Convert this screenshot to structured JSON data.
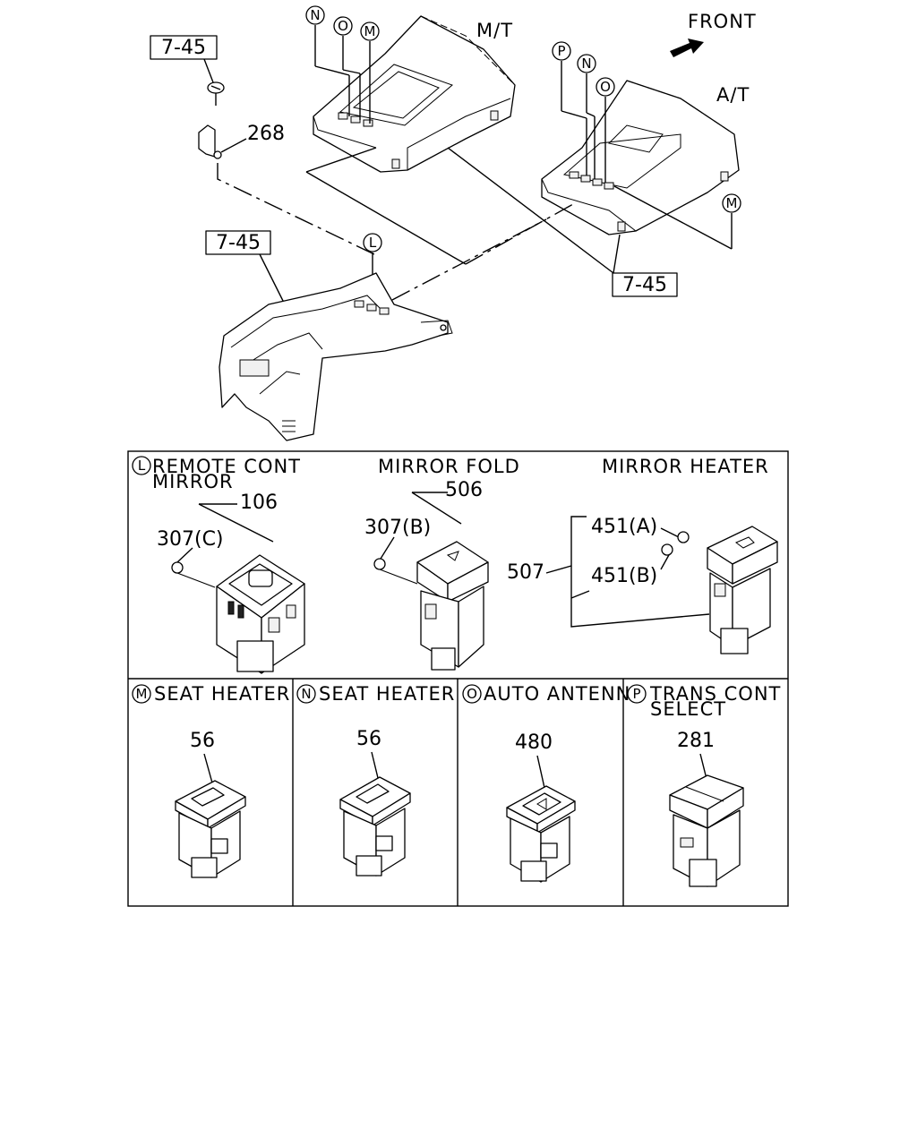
{
  "top": {
    "orientation": "FRONT",
    "variant_mt": "M/T",
    "variant_at": "A/T",
    "ref_box_1": "7-45",
    "ref_box_2": "7-45",
    "ref_box_3": "7-45",
    "part_268": "268",
    "markers": {
      "n_mt": "N",
      "o_mt": "O",
      "m_mt": "M",
      "p_at": "P",
      "n_at": "N",
      "o_at": "O",
      "m_at": "M",
      "l_center": "L"
    }
  },
  "panel_l": {
    "marker": "L",
    "group_title_line1": "REMOTE CONT",
    "group_title_line2": "MIRROR",
    "part_106": "106",
    "part_307c": "307(C)",
    "mirror_fold_title": "MIRROR FOLD",
    "part_506": "506",
    "part_307b": "307(B)",
    "mirror_heater_title": "MIRROR HEATER",
    "part_451a": "451(A)",
    "part_451b": "451(B)",
    "part_507": "507"
  },
  "panel_m": {
    "marker": "M",
    "title": "SEAT HEATER",
    "part": "56"
  },
  "panel_n": {
    "marker": "N",
    "title": "SEAT HEATER",
    "part": "56"
  },
  "panel_o": {
    "marker": "O",
    "title": "AUTO ANTENNA",
    "part": "480"
  },
  "panel_p": {
    "marker": "P",
    "title_line1": "TRANS CONT",
    "title_line2": "SELECT",
    "part": "281"
  }
}
